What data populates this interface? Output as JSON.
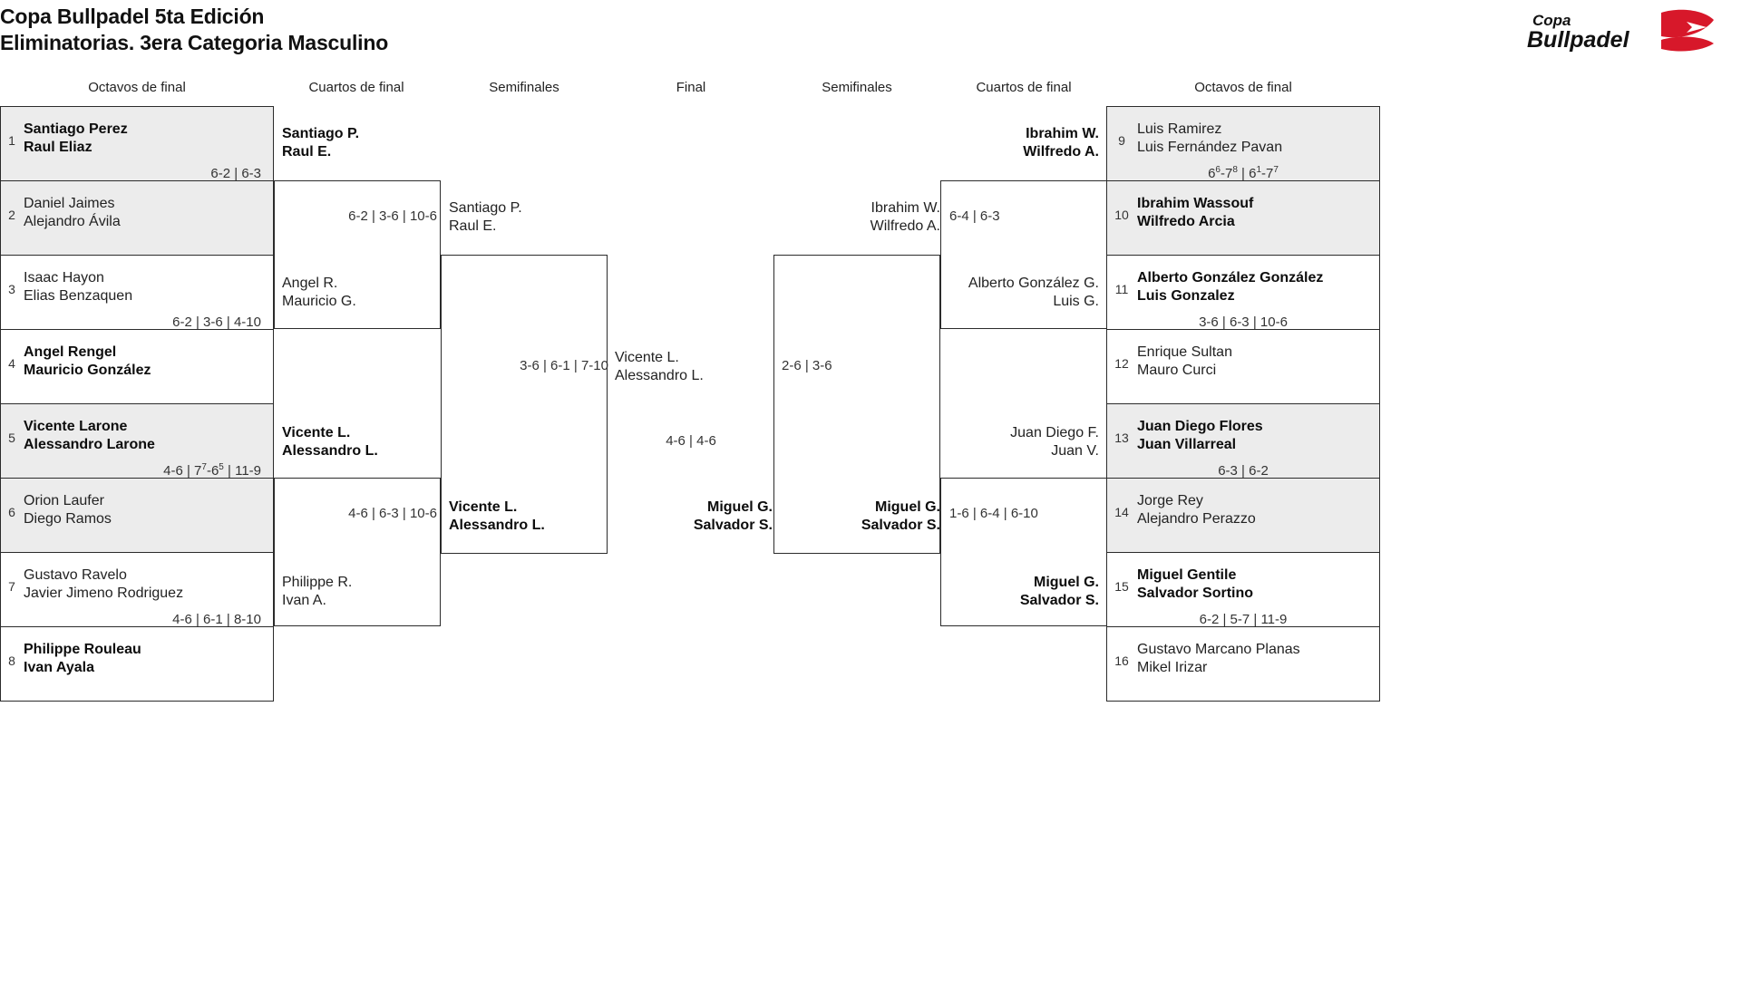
{
  "header": {
    "title_line1": "Copa Bullpadel 5ta Edición",
    "title_line2": "Eliminatorias. 3era Categoria Masculino",
    "logo_top": "Copa",
    "logo_bottom": "Bullpadel"
  },
  "round_labels": {
    "left_r16": "Octavos de final",
    "left_qf": "Cuartos de final",
    "left_sf": "Semifinales",
    "final": "Final",
    "right_sf": "Semifinales",
    "right_qf": "Cuartos de final",
    "right_r16": "Octavos de final"
  },
  "left": {
    "r16": [
      {
        "seed": "1",
        "p1": "Santiago Perez",
        "p2": "Raul Eliaz",
        "winner": true,
        "shaded": true
      },
      {
        "seed": "2",
        "p1": "Daniel Jaimes",
        "p2": "Alejandro Ávila",
        "winner": false,
        "shaded": true
      },
      {
        "seed": "3",
        "p1": "Isaac Hayon",
        "p2": "Elias Benzaquen",
        "winner": false,
        "shaded": false
      },
      {
        "seed": "4",
        "p1": "Angel Rengel",
        "p2": "Mauricio González",
        "winner": true,
        "shaded": false
      },
      {
        "seed": "5",
        "p1": "Vicente Larone",
        "p2": "Alessandro Larone",
        "winner": true,
        "shaded": true
      },
      {
        "seed": "6",
        "p1": "Orion Laufer",
        "p2": "Diego Ramos",
        "winner": false,
        "shaded": true
      },
      {
        "seed": "7",
        "p1": "Gustavo Ravelo",
        "p2": "Javier Jimeno Rodriguez",
        "winner": false,
        "shaded": false
      },
      {
        "seed": "8",
        "p1": "Philippe Rouleau",
        "p2": "Ivan Ayala",
        "winner": true,
        "shaded": false
      }
    ],
    "r16_scores": [
      {
        "parts": [
          {
            "t": "6-2 | 6-3"
          }
        ]
      },
      {
        "parts": [
          {
            "t": "6-2 | 3-6 | 4-10"
          }
        ]
      },
      {
        "parts": [
          {
            "t": "4-6 | 7"
          },
          {
            "sup": "7"
          },
          {
            "t": "-6"
          },
          {
            "sup": "5"
          },
          {
            "t": " | 11-9"
          }
        ]
      },
      {
        "parts": [
          {
            "t": "4-6 | 6-1 | 8-10"
          }
        ]
      }
    ],
    "qf": [
      {
        "p1": "Santiago P.",
        "p2": "Raul E.",
        "winner": true
      },
      {
        "p1": "Angel R.",
        "p2": "Mauricio G.",
        "winner": false
      },
      {
        "p1": "Vicente L.",
        "p2": "Alessandro L.",
        "winner": true
      },
      {
        "p1": "Philippe R.",
        "p2": "Ivan A.",
        "winner": false
      }
    ],
    "qf_scores": [
      {
        "parts": [
          {
            "t": "6-2 | 3-6 | 10-6"
          }
        ]
      },
      {
        "parts": [
          {
            "t": "4-6 | 6-3 | 10-6"
          }
        ]
      }
    ],
    "sf": [
      {
        "p1": "Santiago P.",
        "p2": "Raul E.",
        "winner": false
      },
      {
        "p1": "Vicente L.",
        "p2": "Alessandro L.",
        "winner": true
      }
    ],
    "sf_scores": [
      {
        "parts": [
          {
            "t": "3-6 | 6-1 | 7-10"
          }
        ]
      }
    ]
  },
  "right": {
    "r16": [
      {
        "seed": "9",
        "p1": "Luis Ramirez",
        "p2": "Luis Fernández Pavan",
        "winner": false,
        "shaded": true
      },
      {
        "seed": "10",
        "p1": "Ibrahim Wassouf",
        "p2": "Wilfredo Arcia",
        "winner": true,
        "shaded": true
      },
      {
        "seed": "11",
        "p1": "Alberto González González",
        "p2": "Luis Gonzalez",
        "winner": true,
        "shaded": false
      },
      {
        "seed": "12",
        "p1": "Enrique Sultan",
        "p2": "Mauro Curci",
        "winner": false,
        "shaded": false
      },
      {
        "seed": "13",
        "p1": "Juan Diego Flores",
        "p2": "Juan Villarreal",
        "winner": true,
        "shaded": true
      },
      {
        "seed": "14",
        "p1": "Jorge Rey",
        "p2": "Alejandro Perazzo",
        "winner": false,
        "shaded": true
      },
      {
        "seed": "15",
        "p1": "Miguel Gentile",
        "p2": "Salvador Sortino",
        "winner": true,
        "shaded": false
      },
      {
        "seed": "16",
        "p1": "Gustavo Marcano Planas",
        "p2": "Mikel Irizar",
        "winner": false,
        "shaded": false
      }
    ],
    "r16_scores": [
      {
        "parts": [
          {
            "t": "6"
          },
          {
            "sup": "6"
          },
          {
            "t": "-7"
          },
          {
            "sup": "8"
          },
          {
            "t": " | 6"
          },
          {
            "sup": "1"
          },
          {
            "t": "-7"
          },
          {
            "sup": "7"
          }
        ]
      },
      {
        "parts": [
          {
            "t": "3-6 | 6-3 | 10-6"
          }
        ]
      },
      {
        "parts": [
          {
            "t": "6-3 | 6-2"
          }
        ]
      },
      {
        "parts": [
          {
            "t": "6-2 | 5-7 | 11-9"
          }
        ]
      }
    ],
    "qf": [
      {
        "p1": "Ibrahim W.",
        "p2": "Wilfredo A.",
        "winner": true
      },
      {
        "p1": "Alberto González G.",
        "p2": "Luis G.",
        "winner": false
      },
      {
        "p1": "Juan Diego F.",
        "p2": "Juan V.",
        "winner": false
      },
      {
        "p1": "Miguel G.",
        "p2": "Salvador S.",
        "winner": true
      }
    ],
    "qf_scores": [
      {
        "parts": [
          {
            "t": "6-4 | 6-3"
          }
        ]
      },
      {
        "parts": [
          {
            "t": "1-6 | 6-4 | 6-10"
          }
        ]
      }
    ],
    "sf": [
      {
        "p1": "Ibrahim W.",
        "p2": "Wilfredo A.",
        "winner": false
      },
      {
        "p1": "Miguel G.",
        "p2": "Salvador S.",
        "winner": true
      }
    ],
    "sf_scores": [
      {
        "parts": [
          {
            "t": "2-6 | 3-6"
          }
        ]
      }
    ]
  },
  "final": {
    "left_finalist": {
      "p1": "Vicente L.",
      "p2": "Alessandro L.",
      "winner": false
    },
    "right_finalist": {
      "p1": "Miguel G.",
      "p2": "Salvador S.",
      "winner": true
    },
    "score": {
      "parts": [
        {
          "t": "4-6 | 4-6"
        }
      ]
    }
  }
}
